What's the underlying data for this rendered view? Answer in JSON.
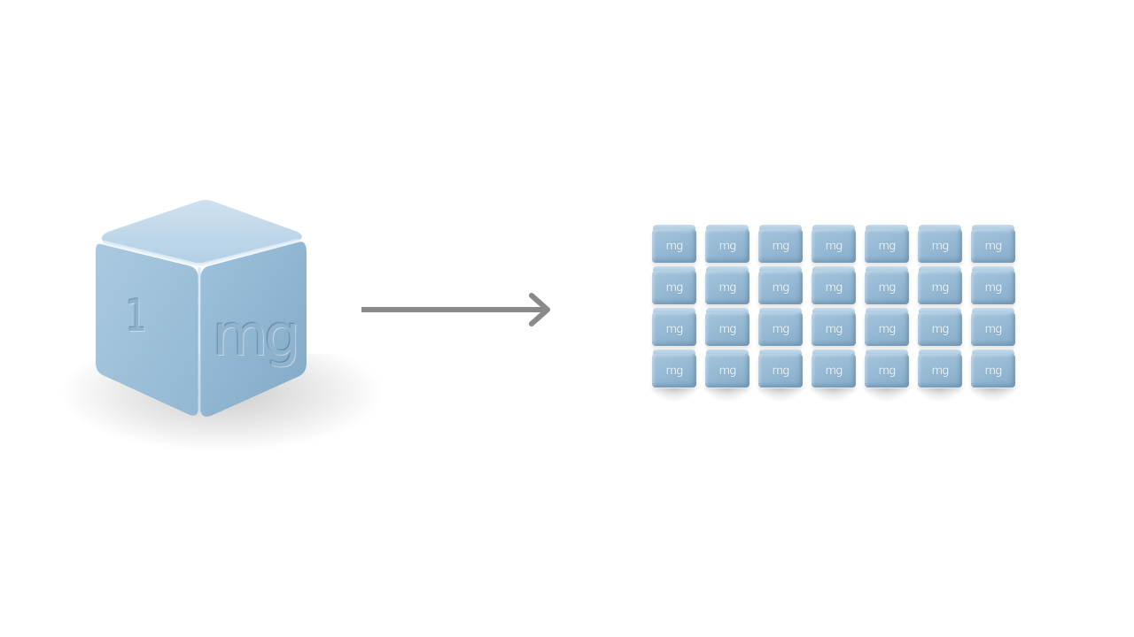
{
  "big_cube": {
    "number": "1",
    "unit": "mg",
    "colors": {
      "top": "#bcd6e9",
      "front": "#9fc2dc",
      "side": "#8ab0cc"
    }
  },
  "arrow": {
    "color": "#8a8a8a"
  },
  "small_cubes": {
    "rows": 4,
    "columns": 7,
    "labels": [
      [
        "mg",
        "mg",
        "mg",
        "mg",
        "mg",
        "mg",
        "mg"
      ],
      [
        "mg",
        "mg",
        "mg",
        "mg",
        "mg",
        "mg",
        "mg"
      ],
      [
        "mg",
        "mg",
        "mg",
        "mg",
        "mg",
        "mg",
        "mg"
      ],
      [
        "mg",
        "mg",
        "mg",
        "mg",
        "mg",
        "mg",
        "mg"
      ]
    ],
    "color": "#96b9d4"
  }
}
